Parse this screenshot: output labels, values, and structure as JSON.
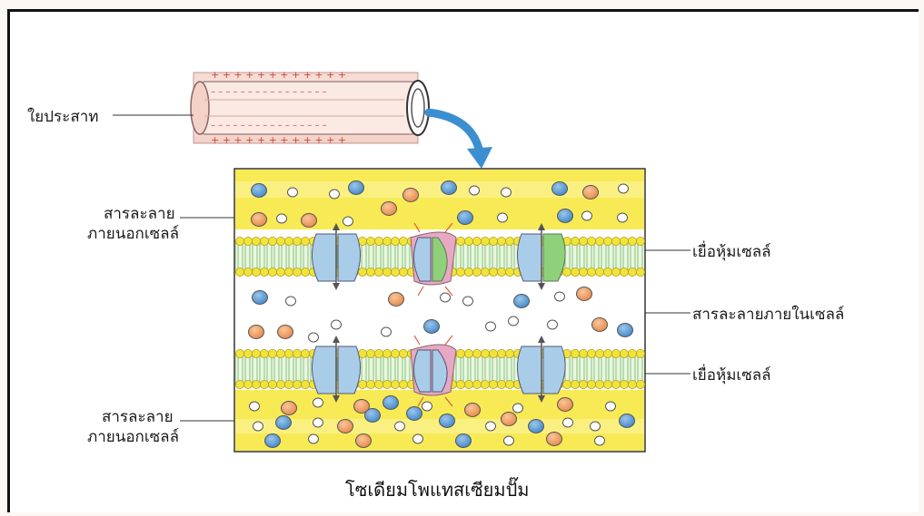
{
  "labels": {
    "nerve_fiber": "ใยประสาท",
    "extracellular_top_line1": "สารละลาย",
    "extracellular_top_line2": "ภายนอกเซลล์",
    "membrane_top": "เยื่อหุ้มเซลล์",
    "intracellular": "สารละลายภายในเซลล์",
    "membrane_bottom": "เยื่อหุ้มเซลล์",
    "extracellular_bottom_line1": "สารละลาย",
    "extracellular_bottom_line2": "ภายนอกเซลล์"
  },
  "caption": "โซเดียมโพแทสเซียมปั๊ม",
  "fiber_signs": {
    "outer": "+ + + + + + + + + + + +",
    "inner": "– – – – – – – – – – – – – – – –"
  },
  "colors": {
    "extracellular_fluid": "#f7ea55",
    "intracellular_fluid": "#ffffff",
    "lipid_head": "#f2e33a",
    "lipid_tail": "#9fd28f",
    "channel_protein": "#a9cde8",
    "pump_protein_pink": "#e8a8c4",
    "pump_protein_green": "#8fd17a",
    "ion_blue": "#5b9bd5",
    "ion_orange": "#f2a35e",
    "arrow": "#3b8fd0"
  }
}
